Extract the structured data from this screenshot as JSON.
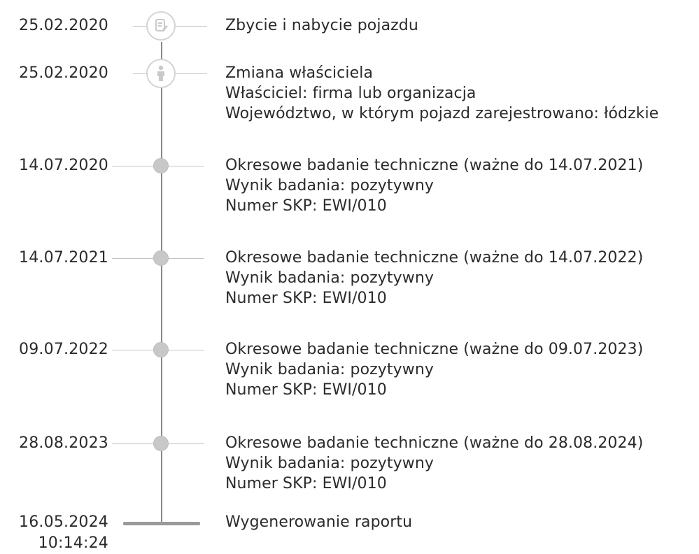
{
  "events": [
    {
      "date": "25.02.2020",
      "icon": "document-edit-icon",
      "lines": [
        "Zbycie i nabycie pojazdu"
      ]
    },
    {
      "date": "25.02.2020",
      "icon": "person-icon",
      "lines": [
        "Zmiana właściciela",
        "Właściciel: firma lub organizacja",
        "Województwo, w którym pojazd zarejestrowano: łódzkie"
      ]
    },
    {
      "date": "14.07.2020",
      "lines": [
        "Okresowe badanie techniczne (ważne do 14.07.2021)",
        "Wynik badania: pozytywny",
        "Numer SKP: EWI/010"
      ]
    },
    {
      "date": "14.07.2021",
      "lines": [
        "Okresowe badanie techniczne (ważne do 14.07.2022)",
        "Wynik badania: pozytywny",
        "Numer SKP: EWI/010"
      ]
    },
    {
      "date": "09.07.2022",
      "lines": [
        "Okresowe badanie techniczne (ważne do 09.07.2023)",
        "Wynik badania: pozytywny",
        "Numer SKP: EWI/010"
      ]
    },
    {
      "date": "28.08.2023",
      "lines": [
        "Okresowe badanie techniczne (ważne do 28.08.2024)",
        "Wynik badania: pozytywny",
        "Numer SKP: EWI/010"
      ]
    },
    {
      "date": "16.05.2024",
      "time": "10:14:24",
      "lines": [
        "Wygenerowanie raportu"
      ]
    }
  ],
  "colors": {
    "text": "#2b2b2b",
    "spine": "#8a8a8a",
    "marker": "#c8c8c8",
    "connector": "#c4c4c4"
  }
}
